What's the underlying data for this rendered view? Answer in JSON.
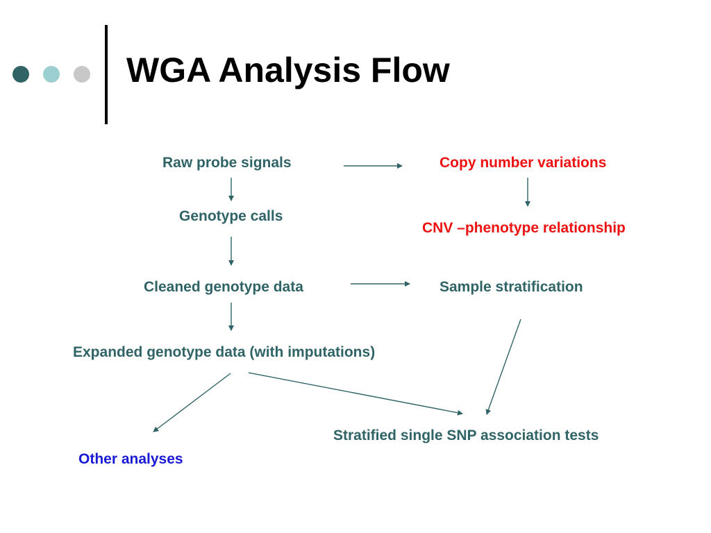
{
  "slide": {
    "title": "WGA Analysis Flow"
  },
  "nodes": {
    "raw_probe_signals": "Raw  probe signals",
    "copy_number_variations": "Copy number variations",
    "genotype_calls": "Genotype calls",
    "cnv_phenotype": "CNV –phenotype relationship",
    "cleaned_genotype_data": "Cleaned genotype data",
    "sample_stratification": "Sample stratification",
    "expanded_genotype_data": "Expanded genotype data (with imputations)",
    "stratified_tests": "Stratified single SNP association tests",
    "other_analyses": "Other analyses"
  },
  "colors": {
    "teal_text": "#2f6366",
    "red_text": "#ee1111",
    "blue_text": "#1a1ad6",
    "arrow": "#2f6366"
  },
  "edges": [
    {
      "from": "Raw  probe signals",
      "to": "Copy number variations"
    },
    {
      "from": "Raw  probe signals",
      "to": "Genotype calls"
    },
    {
      "from": "Copy number variations",
      "to": "CNV –phenotype relationship"
    },
    {
      "from": "Genotype calls",
      "to": "Cleaned genotype data"
    },
    {
      "from": "Cleaned genotype data",
      "to": "Sample stratification"
    },
    {
      "from": "Cleaned genotype data",
      "to": "Expanded genotype data (with imputations)"
    },
    {
      "from": "Expanded genotype data (with imputations)",
      "to": "Other analyses"
    },
    {
      "from": "Expanded genotype data (with imputations)",
      "to": "Stratified single SNP association tests"
    },
    {
      "from": "Sample stratification",
      "to": "Stratified single SNP association tests"
    }
  ]
}
